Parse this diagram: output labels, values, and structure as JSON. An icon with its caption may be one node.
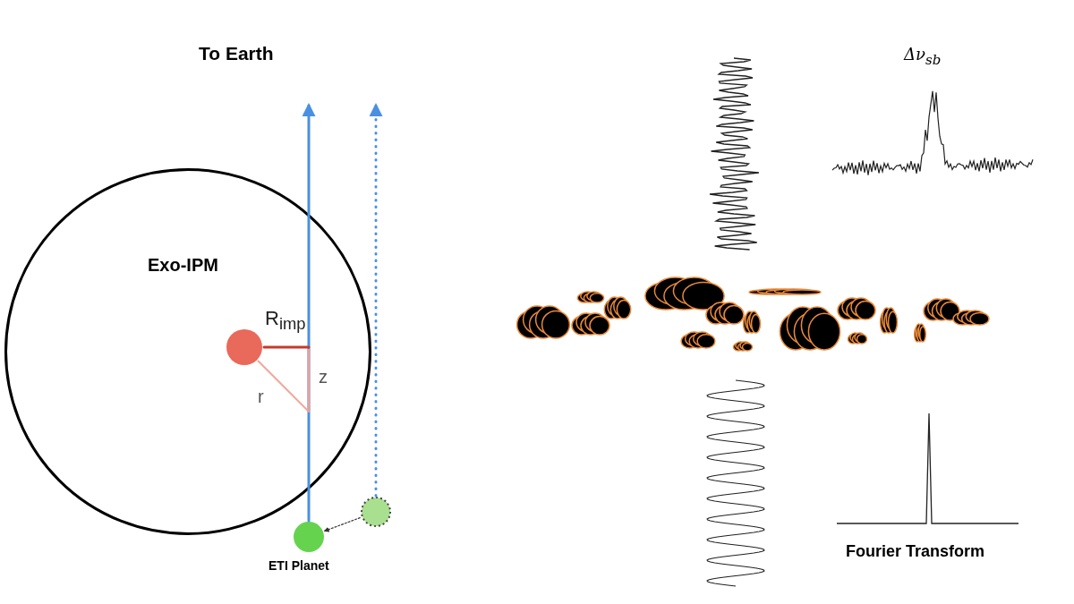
{
  "diagram": {
    "nodes": [
      {
        "text": [
          "Exo-IPM"
        ]
      },
      {
        "text": [],
        "shape": "circle",
        "in": 0
      },
      {
        "text": [
          "ETI Planet"
        ]
      },
      {
        "text": [],
        "shape": "circle"
      }
    ],
    "edges": [
      {
        "from": 2,
        "to": null,
        "arrow": "to"
      },
      {
        "from": 3,
        "to": null,
        "arrow": "to",
        "style": "dashed"
      },
      {
        "from": 3,
        "to": 2,
        "arrow": "to",
        "style": "dashed",
        "color": "#333333"
      },
      {
        "from": 1,
        "to": null,
        "arrow": "none",
        "label": "R$_{imp}$",
        "color": "#c8382a"
      },
      {
        "from": 1,
        "to": null,
        "arrow": "none",
        "label": "r",
        "color": "#f0a89d"
      }
    ],
    "labels": [
      "To Earth",
      "z",
      "Δν$_{sb}$",
      "Fourier Transform"
    ]
  }
}
